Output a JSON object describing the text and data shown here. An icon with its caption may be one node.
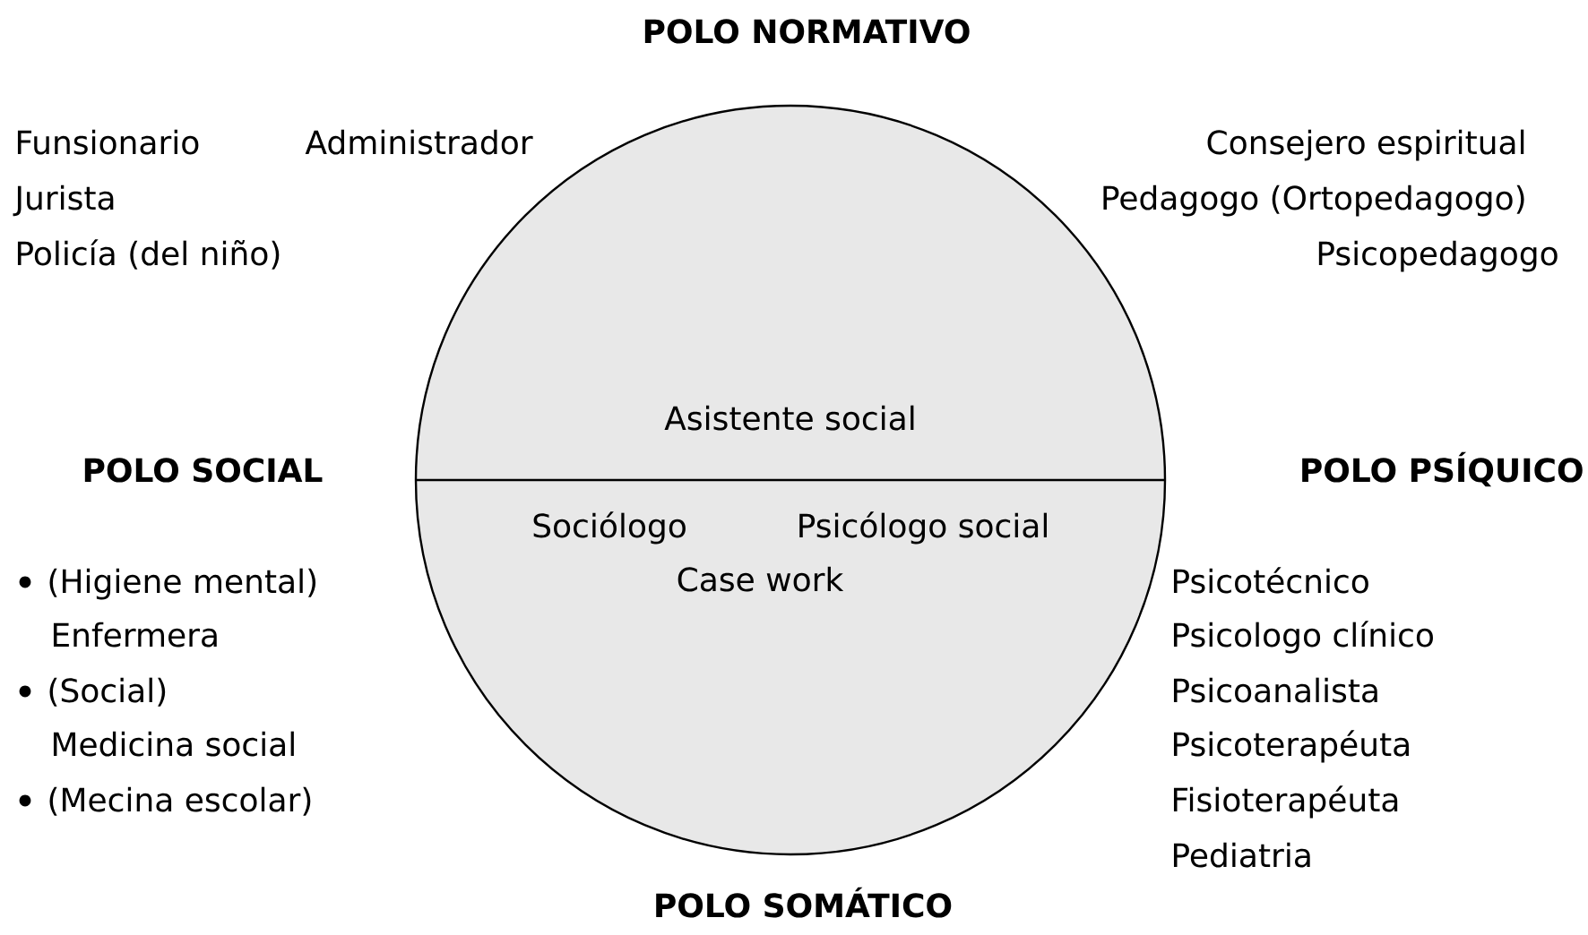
{
  "diagram": {
    "nodes": [
      {
        "text": [
          "Asistente social"
        ]
      },
      {
        "text": [
          "Sociólogo",
          "Psicólogo social",
          "Case work"
        ]
      }
    ],
    "labels": [
      "POLO NORMATIVO",
      "Funsionario",
      "Administrador",
      "Consejero espiritual",
      "Jurista",
      "Pedagogo (Ortopedagogo)",
      "Policía (del niño)",
      "Psicopedagogo",
      "POLO SOCIAL",
      "POLO PSÍQUICO",
      "(Higiene mental)",
      "Psicotécnico",
      "Enfermera",
      "Psicologo clínico",
      "(Social)",
      "Psicoanalista",
      "Medicina social",
      "Psicoterapéuta",
      "(Mecina escolar)",
      "Fisioterapéuta",
      "Pediatria",
      "POLO SOMÁTICO"
    ]
  }
}
